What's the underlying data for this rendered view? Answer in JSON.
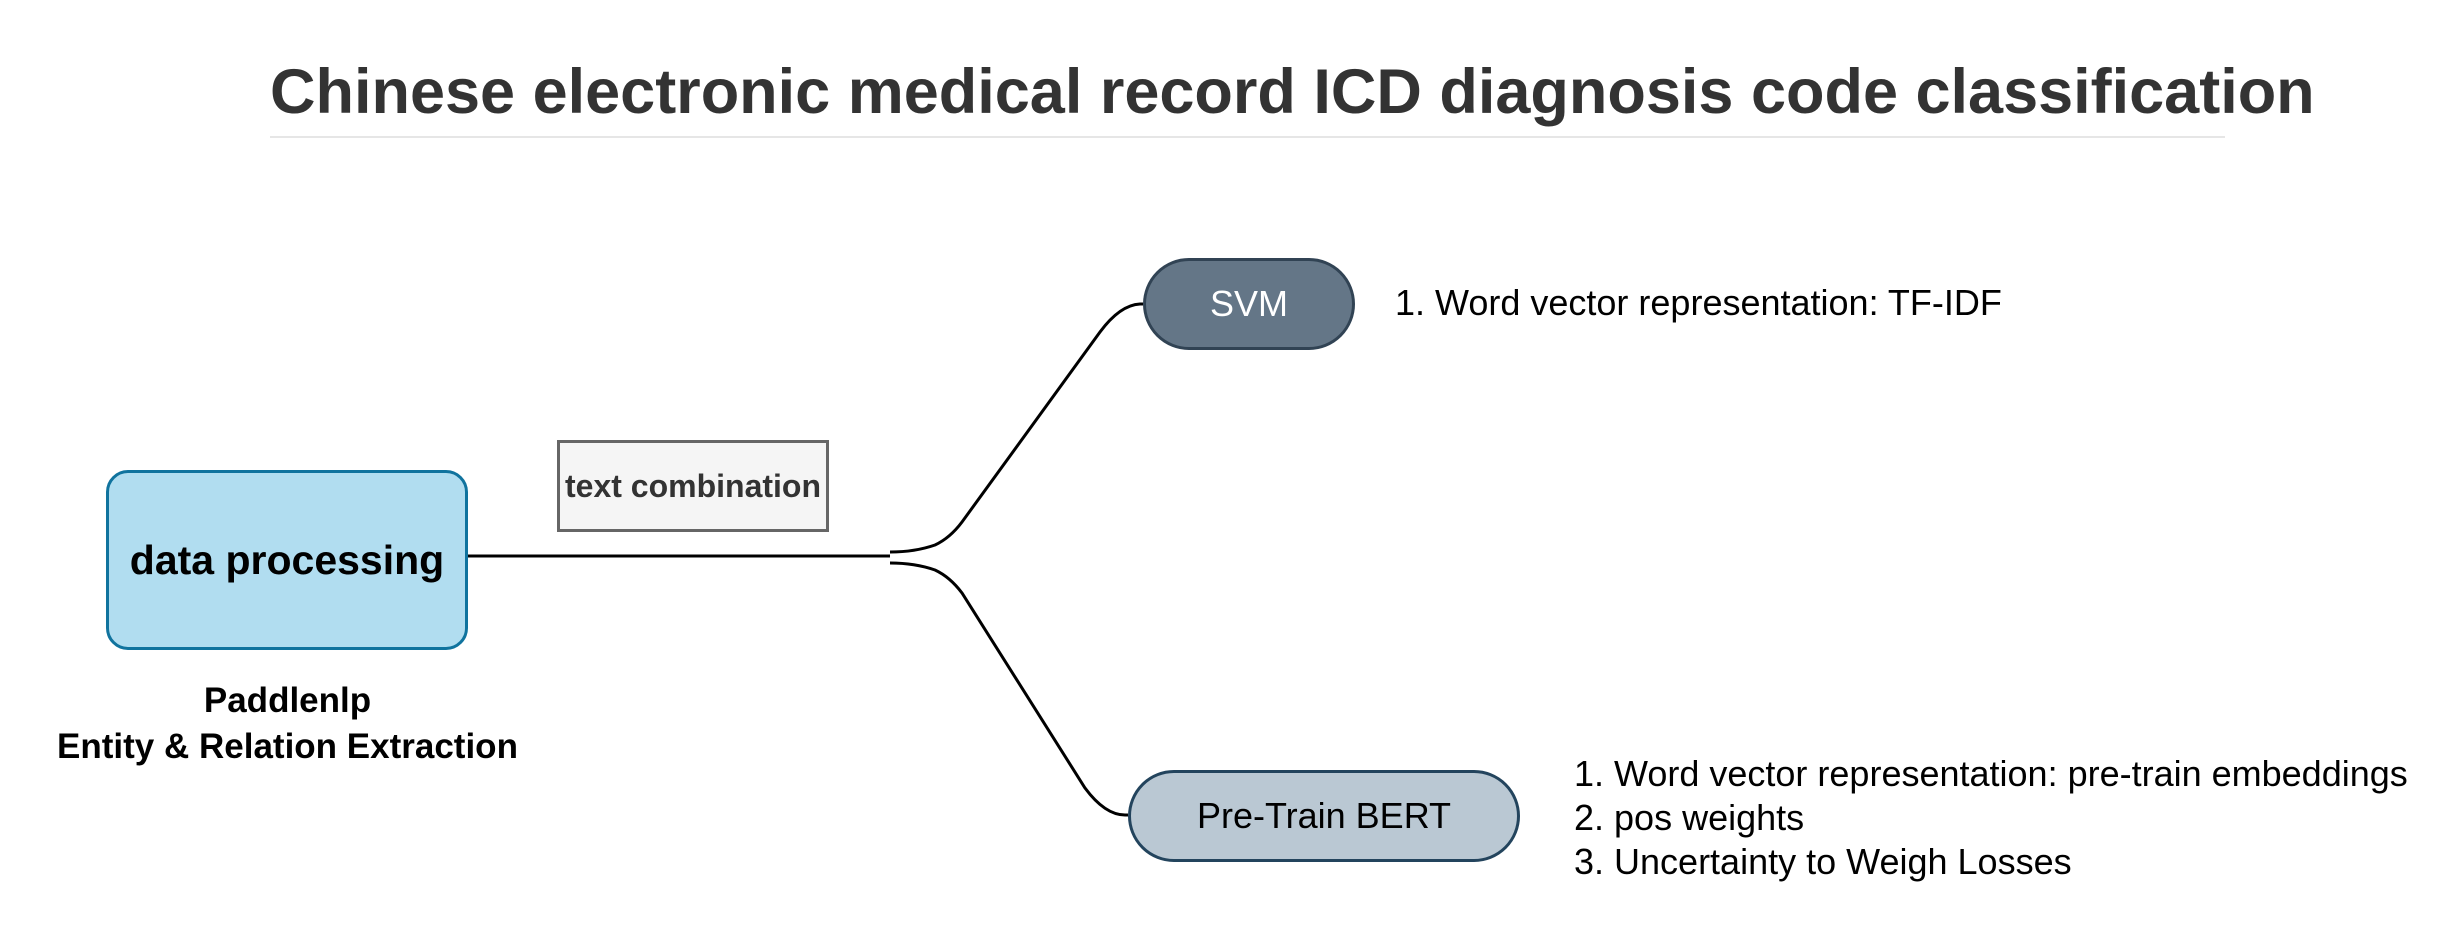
{
  "title": "Chinese electronic medical record ICD diagnosis code classification",
  "nodes": {
    "data_processing": "data processing",
    "text_combination": "text combination",
    "svm": "SVM",
    "bert": "Pre-Train BERT"
  },
  "data_processing_caption": [
    "Paddlenlp",
    "Entity & Relation Extraction"
  ],
  "svm_notes": [
    "1. Word vector representation: TF-IDF"
  ],
  "bert_notes": [
    "1. Word vector representation: pre-train embeddings",
    "2. pos weights",
    "3. Uncertainty to Weigh Losses"
  ],
  "colors": {
    "data_fill": "#b1ddf0",
    "data_stroke": "#10739e",
    "svm_fill": "#647687",
    "bert_fill": "#bac8d3",
    "combo_fill": "#f5f5f5",
    "title_text": "#333333"
  }
}
